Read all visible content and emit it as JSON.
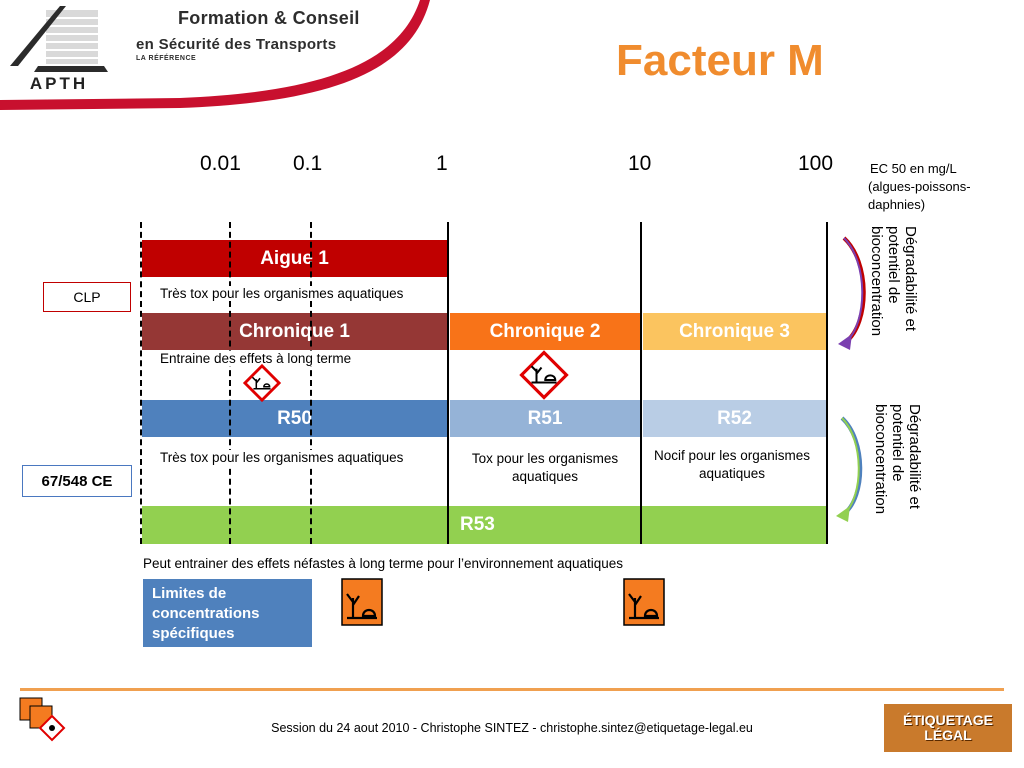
{
  "header": {
    "logo_text": "APTH",
    "org_line1": "Formation & Conseil",
    "org_line2": "en Sécurité des Transports",
    "org_line3": "LA RÉFÉRENCE",
    "title": "Facteur M"
  },
  "scale": {
    "ticks": [
      "0.01",
      "0.1",
      "1",
      "10",
      "100"
    ],
    "unit_lines": [
      "EC 50 en mg/L",
      "(algues-poissons-",
      "daphnies)"
    ]
  },
  "bands": {
    "aigue1": "Aigue 1",
    "chronique1": "Chronique 1",
    "chronique2": "Chronique 2",
    "chronique3": "Chronique 3",
    "r50": "R50",
    "r51": "R51",
    "r52": "R52",
    "r53": "R53"
  },
  "notes": {
    "aigue_note": "Très tox pour les organismes aquatiques",
    "chronique_note": "Entraine des effets à long terme",
    "r50_note": "Très tox pour les organismes aquatiques",
    "r51_note": "Tox pour les organismes aquatiques",
    "r52_note": "Nocif pour les organismes aquatiques",
    "r53_note": "Peut entrainer des effets néfastes à long terme pour l’environnement aquatiques"
  },
  "labels": {
    "clp": "CLP",
    "ce": "67/548 CE",
    "limits": "Limites de concentrations spécifiques",
    "degradability_top": "Dégradabilité et potentiel de bioconcentration",
    "degradability_bottom": "Dégradabilité et potentiel de bioconcentration"
  },
  "icons": {
    "ghs_environment_small": "ghs09-environment-icon",
    "ghs_environment_large": "ghs09-environment-icon",
    "n_symbol_left": "dangerous-for-environment-icon",
    "n_symbol_right": "dangerous-for-environment-icon"
  },
  "colors": {
    "title": "#f08c2e",
    "aigue1": "#c00000",
    "chronique1": "#953735",
    "chronique2": "#f87318",
    "chronique3": "#fbc45f",
    "r50": "#4f81bd",
    "r51": "#95b3d7",
    "r52": "#b9cde5",
    "r53": "#92d050"
  },
  "footer": {
    "text": "Session du 24 aout 2010 - Christophe SINTEZ - christophe.sintez@etiquetage-legal.eu",
    "logo_right": "ÉTIQUETAGE LÉGAL"
  }
}
